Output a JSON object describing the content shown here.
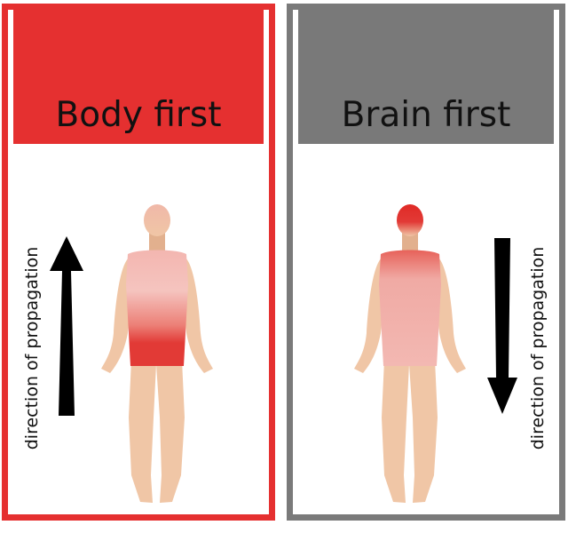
{
  "panels": [
    {
      "title": "Body first",
      "arrow_label": "direction of propagation",
      "arrow_direction": "up",
      "accent_color": "#e53030",
      "highlight_region": "trunk-lower"
    },
    {
      "title": "Brain first",
      "arrow_label": "direction of propagation",
      "arrow_direction": "down",
      "accent_color": "#797979",
      "highlight_region": "head"
    }
  ],
  "colors": {
    "skin": "#f0c6a6",
    "skin_shadow": "#e2b08e",
    "highlight_red": "#e23a36",
    "arrow": "#000000"
  }
}
